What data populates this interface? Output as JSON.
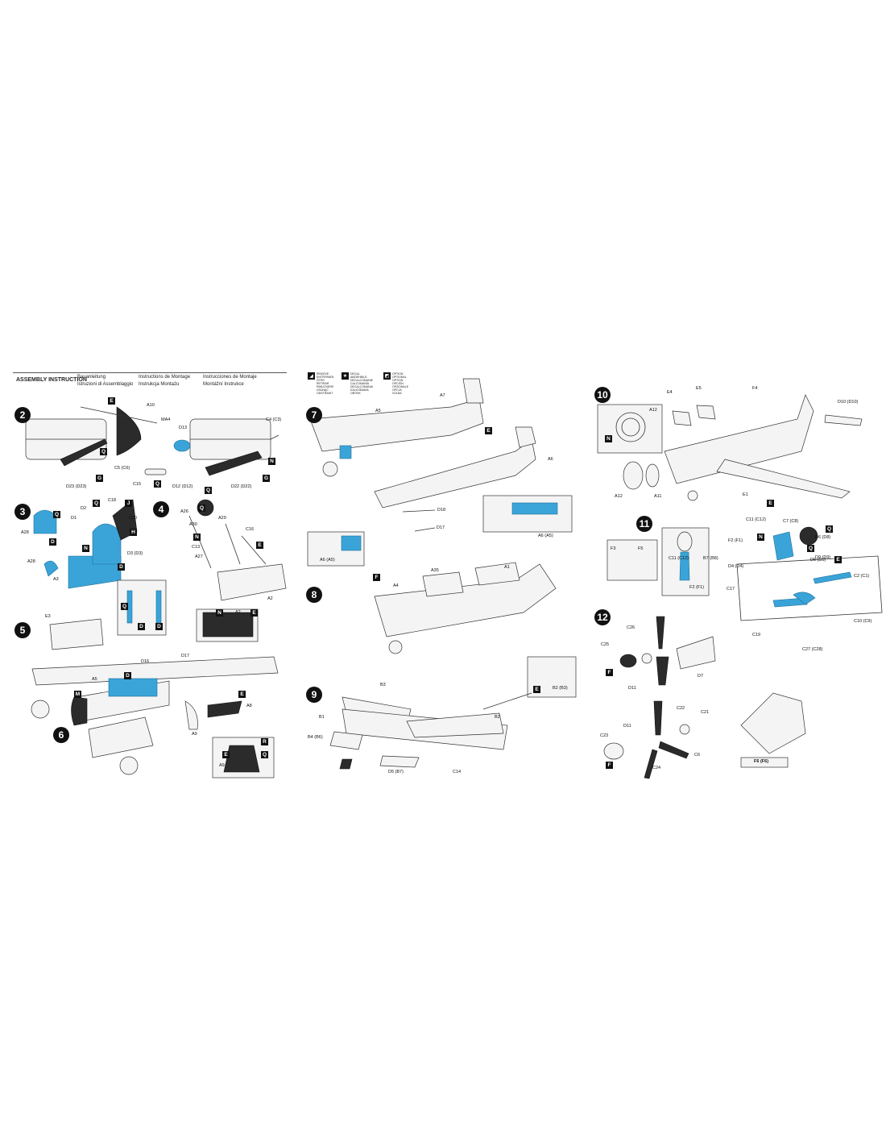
{
  "header": {
    "title": "ASSEMBLY INSTRUCTION",
    "lang_de": "Bauanleitung",
    "lang_it": "Istruzioni di Assemblaggio",
    "lang_fr": "Instructions de Montage",
    "lang_pl": "Instrukcja Montażu",
    "lang_es": "Instrucciones de Montaje",
    "lang_cz": "Montážní Instrukce"
  },
  "legend": [
    {
      "symbol": "◢",
      "lines": "REMOVE ENTFERNEN ÔTER RETIRAR RIMUOVERE USUNĄĆ ODSTRANIT"
    },
    {
      "symbol": "★",
      "lines": "DECAL ABZIEHBILD DÉCALCOMANIE CALCOMANÍA DECALCOMANIA KALKOMANIA OBTISK"
    },
    {
      "symbol": "◩",
      "lines": "OPTION OPTIONAL OPTION OPCIÓN OPZIONALE OPCJA VOLBA"
    }
  ],
  "steps": [
    "2",
    "3",
    "4",
    "5",
    "6",
    "7",
    "8",
    "9",
    "10",
    "11",
    "12"
  ],
  "labels": {
    "s2": [
      "A10",
      "MA4",
      "C4 (C3)",
      "C5 (C6)",
      "D13",
      "C15",
      "D12 (D12)",
      "D22 (D22)",
      "D23 (D23)"
    ],
    "s3": [
      "A28",
      "D1",
      "D2",
      "C18",
      "C20",
      "D3 (D3)",
      "A3",
      "A28"
    ],
    "s4": [
      "A26",
      "A30",
      "A29",
      "C16",
      "C13",
      "A27",
      "A2",
      "A2"
    ],
    "s5": [
      "E3",
      "D16",
      "D17",
      "A5",
      "A8",
      "A9",
      "A9"
    ],
    "s7": [
      "A5",
      "A7",
      "A6",
      "D18",
      "D17",
      "A6 (A5)",
      "A6 (A5)"
    ],
    "s8": [
      "A35",
      "A1",
      "A4"
    ],
    "s9": [
      "B3",
      "B1",
      "B2",
      "B4 (B6)",
      "D5 (B7)",
      "C14",
      "B2 (B3)"
    ],
    "s10": [
      "E4",
      "E5",
      "F4",
      "D10 (D10)",
      "A12",
      "A12",
      "A11",
      "E1"
    ],
    "s11": [
      "F3",
      "F5",
      "C11 (C12)",
      "B7 (B8)",
      "F2 (F1)",
      "C11 (C12)",
      "C7 (C8)",
      "D6 (D8)",
      "D9 (D9)",
      "F2 (F1)",
      "D4 (D4)",
      "D5 (D5)",
      "C2 (C1)",
      "C17",
      "C10 (C9)",
      "C19",
      "C27 (C28)"
    ],
    "s12": [
      "C26",
      "C25",
      "D11",
      "D7",
      "C22",
      "C21",
      "C23",
      "D11",
      "C24",
      "C6",
      "F6 (F6)"
    ]
  },
  "letters": {
    "s2": [
      "E",
      "Q",
      "G",
      "Q",
      "G",
      "N"
    ],
    "s3": [
      "Q",
      "D",
      "Q",
      "J",
      "H",
      "N",
      "D",
      "Q",
      "D",
      "D"
    ],
    "s4": [
      "Q",
      "Q",
      "N",
      "E",
      "N",
      "E"
    ],
    "s6": [
      "M",
      "D",
      "E",
      "E",
      "R",
      "Q"
    ],
    "s7": [
      "E"
    ],
    "s8": [
      "F"
    ],
    "s9": [
      "E"
    ],
    "s10": [
      "N"
    ],
    "s11": [
      "E",
      "N",
      "Q",
      "Q",
      "E"
    ],
    "s12": [
      "F",
      "F"
    ],
    "a2": "A2"
  },
  "colors": {
    "accent": "#3aa4d8",
    "ink": "#111111",
    "dark_part": "#2b2b2b"
  }
}
